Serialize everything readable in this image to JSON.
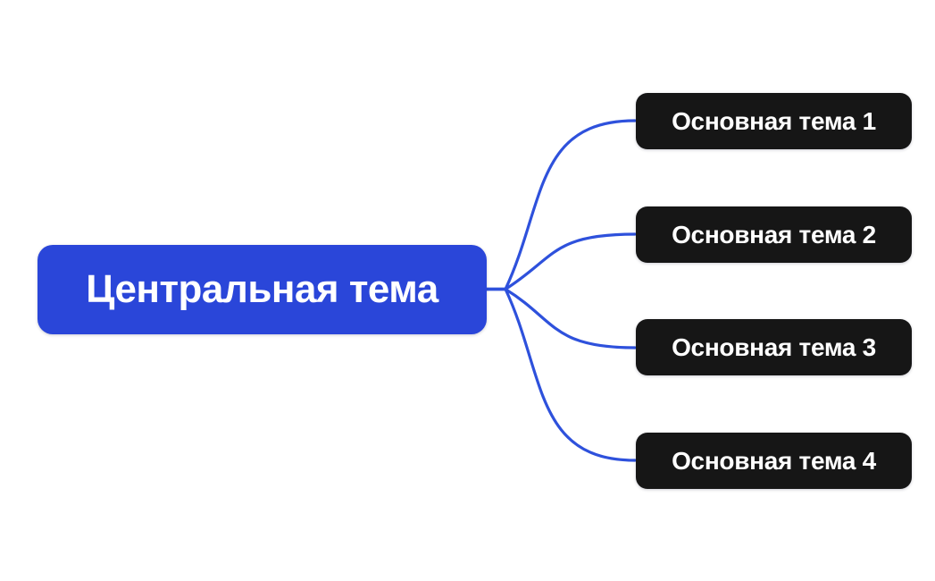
{
  "canvas": {
    "background": "#ffffff"
  },
  "mindmap": {
    "central": {
      "label": "Центральная тема",
      "bg": "#2a46d9",
      "text_color": "#ffffff"
    },
    "branches": [
      {
        "label": "Основная тема 1"
      },
      {
        "label": "Основная тема 2"
      },
      {
        "label": "Основная тема 3"
      },
      {
        "label": "Основная тема 4"
      }
    ],
    "branch_style": {
      "bg": "#161616",
      "text_color": "#ffffff"
    },
    "connector_color": "#2e51dc"
  }
}
